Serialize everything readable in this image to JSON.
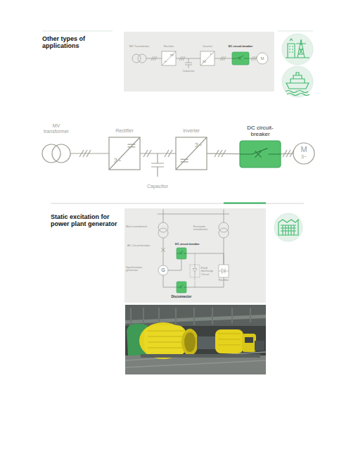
{
  "diagram": {
    "title": "Other types of applications",
    "nodes": [
      {
        "text": [
          "MV Transformer"
        ]
      },
      {
        "text": [
          "Rectifier",
          "3~"
        ]
      },
      {
        "text": [
          "Inverter",
          "3~"
        ]
      },
      {
        "text": [
          "DC circuit-breaker"
        ]
      },
      {
        "text": [
          "M"
        ]
      },
      {
        "text": [
          "MV transformer"
        ]
      },
      {
        "text": [
          "Rectifier",
          "3~"
        ]
      },
      {
        "text": [
          "Inverter",
          "3~"
        ]
      },
      {
        "text": [
          "DC circuit-breaker"
        ]
      },
      {
        "text": [
          "M",
          "3~"
        ]
      },
      {
        "text": [
          "Main transformer"
        ]
      },
      {
        "text": [
          "Excitation transformer"
        ]
      },
      {
        "text": [
          "DC circuit-breaker"
        ]
      },
      {
        "text": [
          "Field discharge Circuit"
        ]
      },
      {
        "text": [
          "Synchronous generator",
          "G"
        ]
      },
      {
        "text": [
          "Rectifier"
        ]
      },
      {
        "text": [
          "Disconnector"
        ]
      }
    ],
    "edges": [
      {
        "from": 0,
        "to": 1,
        "arrow": "none"
      },
      {
        "from": 1,
        "to": 2,
        "arrow": "none"
      },
      {
        "from": 2,
        "to": 3,
        "arrow": "none"
      },
      {
        "from": 3,
        "to": 4,
        "arrow": "none"
      },
      {
        "from": 5,
        "to": 6,
        "arrow": "none"
      },
      {
        "from": 6,
        "to": 7,
        "arrow": "none"
      },
      {
        "from": 7,
        "to": 8,
        "arrow": "none"
      },
      {
        "from": 8,
        "to": 9,
        "arrow": "none"
      },
      {
        "from": 10,
        "to": 14,
        "arrow": "none"
      },
      {
        "from": 11,
        "to": 15,
        "arrow": "none"
      },
      {
        "from": 14,
        "to": 12,
        "arrow": "none"
      },
      {
        "from": 12,
        "to": 15,
        "arrow": "none"
      },
      {
        "from": 14,
        "to": 16,
        "arrow": "none"
      },
      {
        "from": 16,
        "to": 15,
        "arrow": "none"
      }
    ],
    "labels": [
      "Capacitor",
      "Capacitor",
      "Static excitation for power plant generator",
      "AC Circuit breaker"
    ]
  }
}
